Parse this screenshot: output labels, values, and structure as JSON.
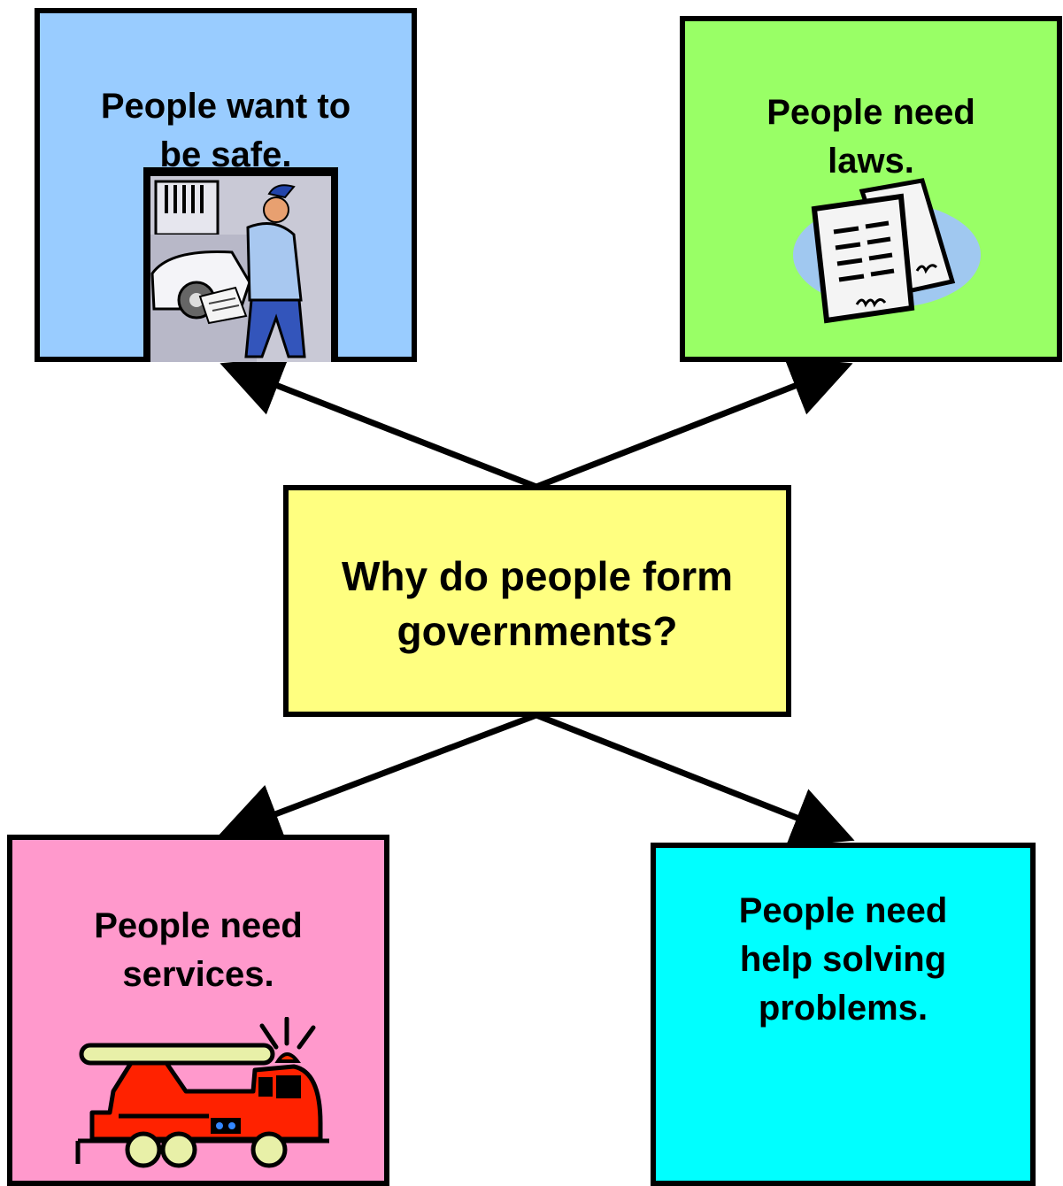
{
  "center": {
    "text": "Why do people form\ngovernments?",
    "color": "#FFFF80"
  },
  "boxes": {
    "safe": {
      "text": "People want to\nbe safe.",
      "color": "#99CCFF"
    },
    "laws": {
      "text": "People need\nlaws.",
      "color": "#99FF66"
    },
    "services": {
      "text": "People need\nservices.",
      "color": "#FF99CC"
    },
    "problems": {
      "text": "People need\nhelp solving\nproblems.",
      "color": "#00FFFF"
    }
  },
  "icons": {
    "safe": "police-officer-icon",
    "laws": "law-document-icon",
    "services": "fire-truck-icon"
  }
}
